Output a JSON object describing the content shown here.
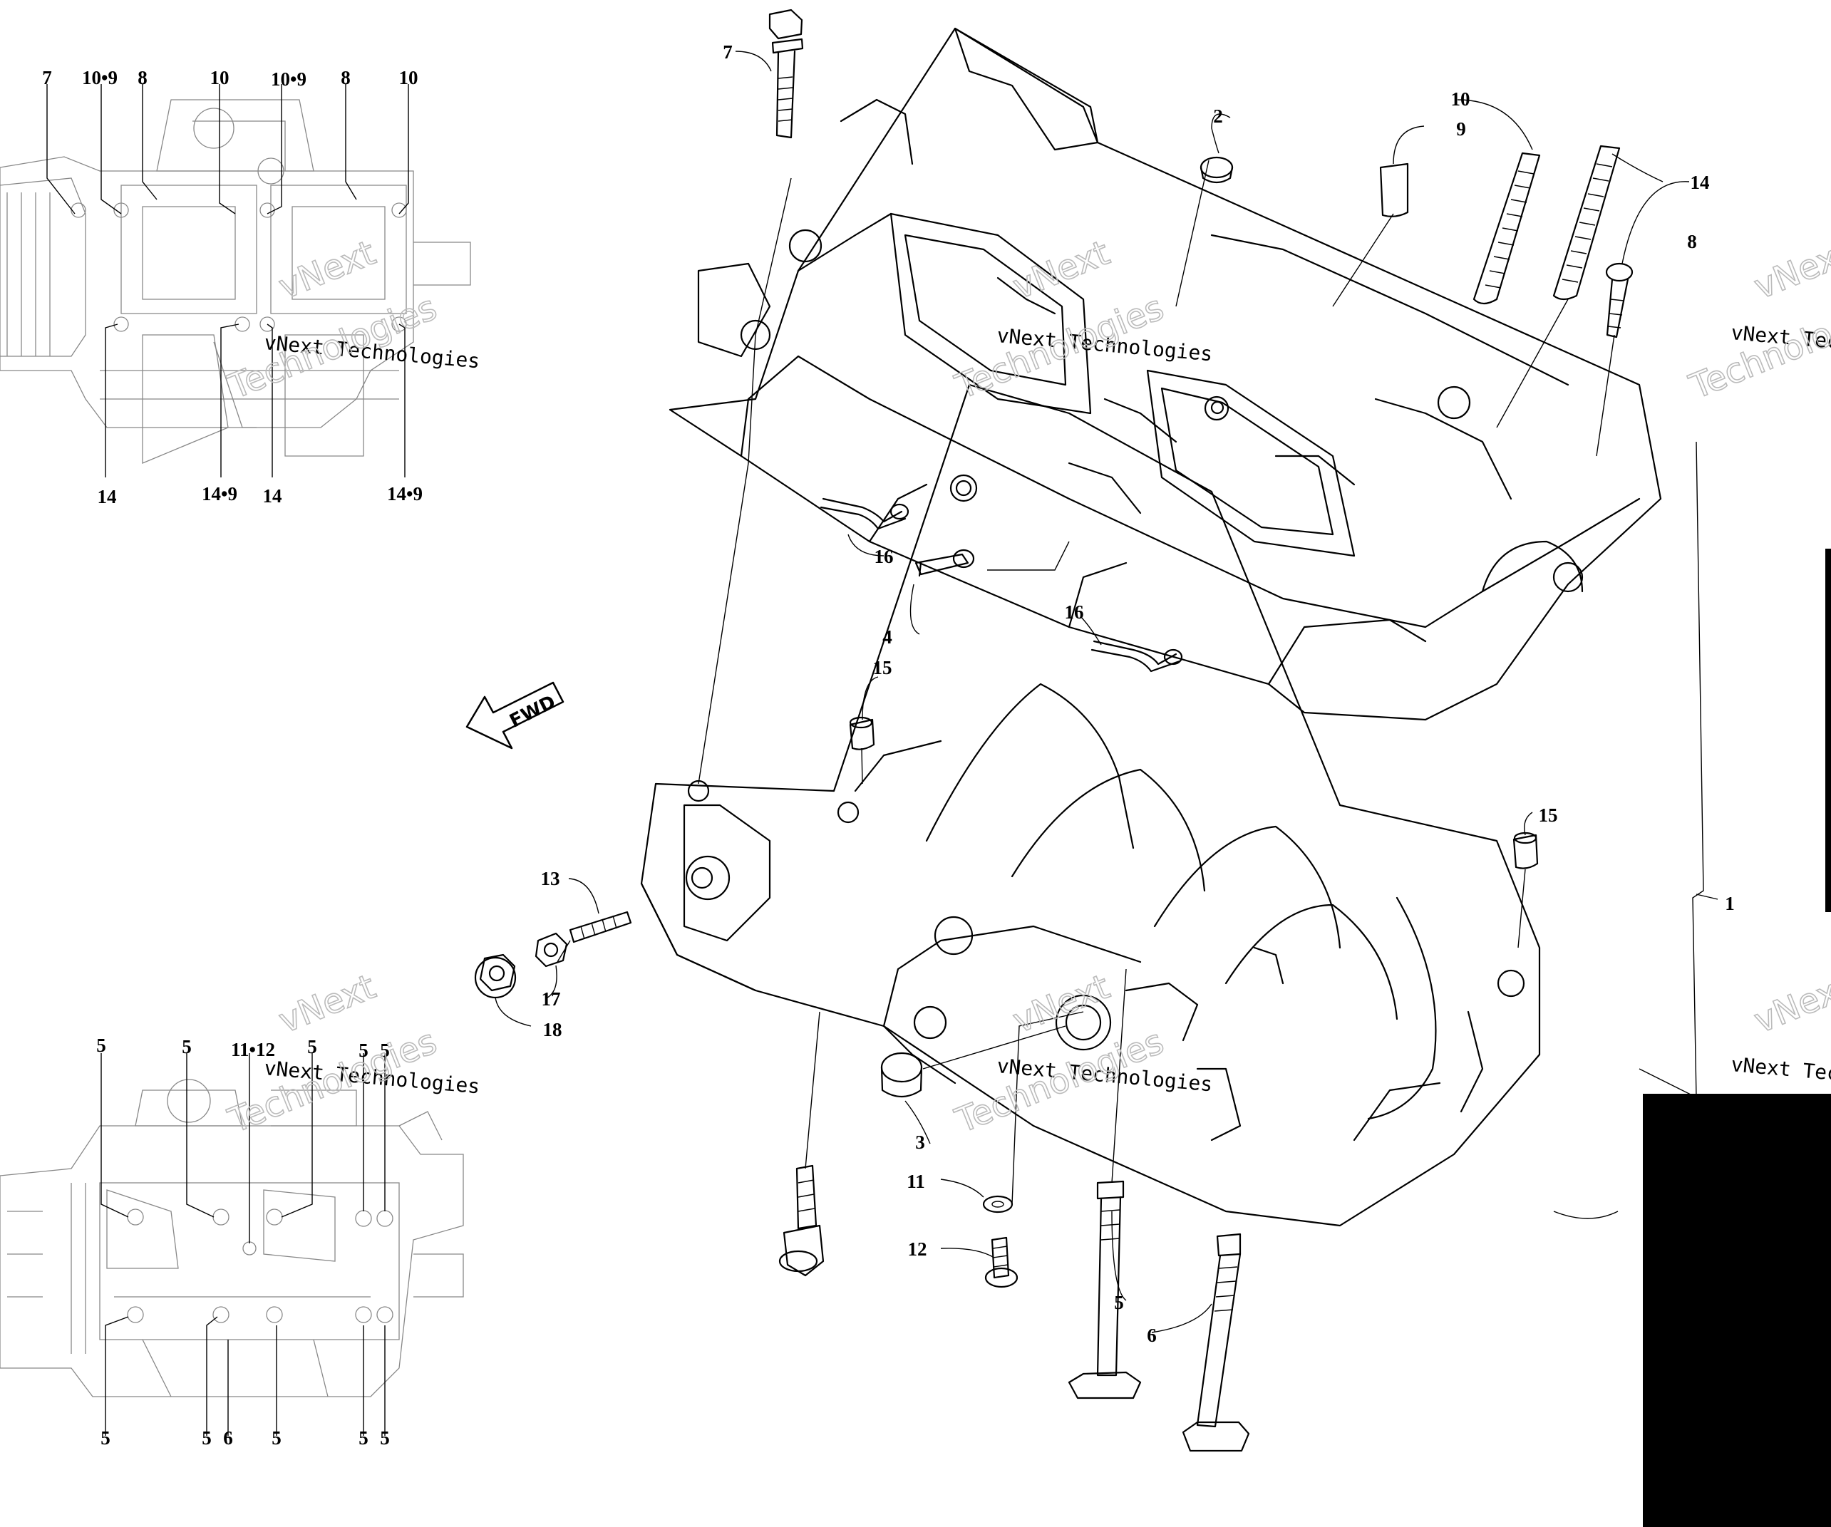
{
  "watermark": {
    "text": "vNext Technologies",
    "line1": "vNext",
    "line2": "Technologies"
  },
  "fwd_label": "FWD",
  "upper_inset_labels": {
    "top": [
      "7",
      "10•9",
      "8",
      "10",
      "10•9",
      "8",
      "10"
    ],
    "bottom": [
      "14",
      "14•9",
      "14",
      "14•9"
    ]
  },
  "lower_inset_labels": {
    "top": [
      "5",
      "5",
      "11•12",
      "5",
      "5",
      "5"
    ],
    "bottom": [
      "5",
      "5",
      "6",
      "5",
      "5",
      "5"
    ]
  },
  "callouts": {
    "c7": "7",
    "c2": "2",
    "c10": "10",
    "c9": "9",
    "c14": "14",
    "c8": "8",
    "c16a": "16",
    "c4": "4",
    "c16b": "16",
    "c15a": "15",
    "c15b": "15",
    "c13": "13",
    "c17": "17",
    "c18": "18",
    "c1": "1",
    "c3": "3",
    "c11": "11",
    "c12": "12",
    "c5": "5",
    "c6": "6"
  }
}
